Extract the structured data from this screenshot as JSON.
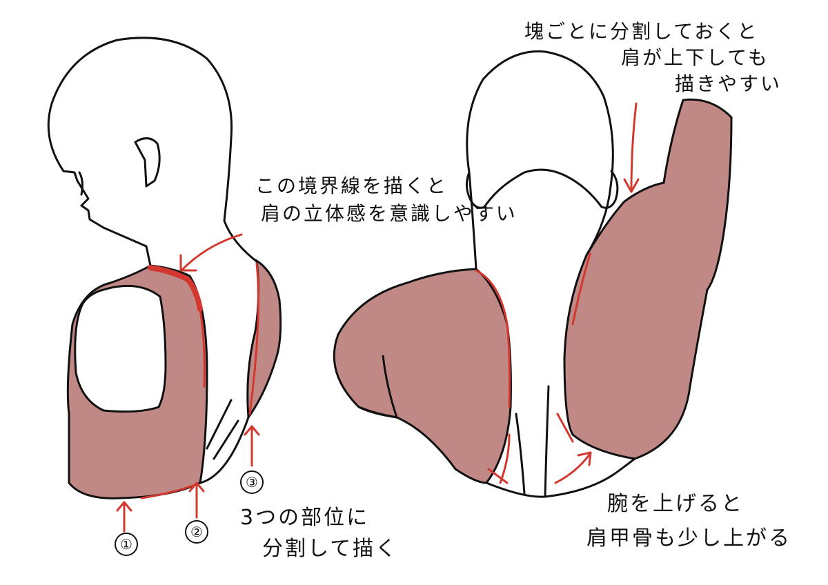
{
  "colors": {
    "ink": "#111111",
    "muscle_fill": "#c18985",
    "accent_red": "#d2382f"
  },
  "left_figure": {
    "note_boundary_line1": "この境界線を描くと",
    "note_boundary_line2": "肩の立体感を意識しやすい",
    "markers": [
      "①",
      "②",
      "③"
    ],
    "note_split_line1": "3つの部位に",
    "note_split_line2": "分割して描く"
  },
  "right_figure": {
    "note_block_line1": "塊ごとに分割しておくと",
    "note_block_line2": "肩が上下しても",
    "note_block_line3": "描きやすい",
    "note_arm_line1": "腕を上げると",
    "note_arm_line2": "肩甲骨も少し上がる"
  }
}
